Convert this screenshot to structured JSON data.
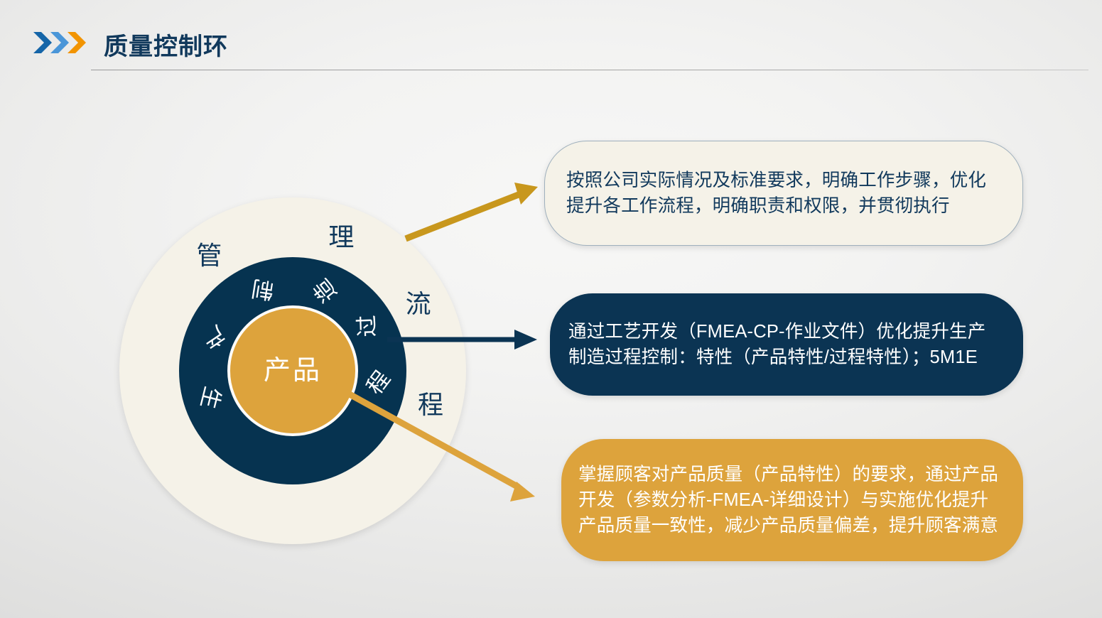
{
  "header": {
    "title": "质量控制环",
    "chevron_colors": [
      "#1565a8",
      "#4a96d8",
      "#f29400"
    ]
  },
  "diagram": {
    "core_label": "产品",
    "outer_ring_label": "管理流程",
    "outer_ring_chars": [
      {
        "char": "管",
        "angle": -126,
        "rotate": 0
      },
      {
        "char": "理",
        "angle": -70,
        "rotate": 0
      },
      {
        "char": "流",
        "angle": -28,
        "rotate": 0
      },
      {
        "char": "程",
        "angle": 14,
        "rotate": 0
      }
    ],
    "inner_ring_label": "生产制造过程",
    "inner_ring_chars": [
      {
        "char": "生",
        "angle": 162,
        "rotate": 104
      },
      {
        "char": "产",
        "angle": 203,
        "rotate": 146
      },
      {
        "char": "制",
        "angle": 250,
        "rotate": 189
      },
      {
        "char": "造",
        "angle": 292,
        "rotate": 232
      },
      {
        "char": "过",
        "angle": 329,
        "rotate": 268
      },
      {
        "char": "程",
        "angle": 8,
        "rotate": 307
      }
    ],
    "colors": {
      "navy": "#063350",
      "orange": "#dda33c",
      "cream": "#f5f2e8",
      "title_navy": "#11395c"
    }
  },
  "arrows": [
    {
      "name": "arrow-to-process-callout",
      "color": "#c8971d"
    },
    {
      "name": "arrow-to-manufacturing-callout",
      "color": "#0b3453"
    },
    {
      "name": "arrow-to-product-callout",
      "color": "#dda33c"
    }
  ],
  "callouts": [
    {
      "id": "management-process",
      "text": "按照公司实际情况及标准要求，明确工作步骤，优化提升各工作流程，明确职责和权限，并贯彻执行",
      "background": "#f5f2e8",
      "text_color": "#11395c"
    },
    {
      "id": "manufacturing-process",
      "text": "通过工艺开发（FMEA-CP-作业文件）优化提升生产制造过程控制：特性（产品特性/过程特性）；5M1E",
      "background": "#0b3453",
      "text_color": "#ffffff"
    },
    {
      "id": "product-quality",
      "text": "掌握顾客对产品质量（产品特性）的要求，通过产品开发（参数分析-FMEA-详细设计）与实施优化提升产品质量一致性，减少产品质量偏差，提升顾客满意",
      "background": "#dda33c",
      "text_color": "#ffffff"
    }
  ]
}
